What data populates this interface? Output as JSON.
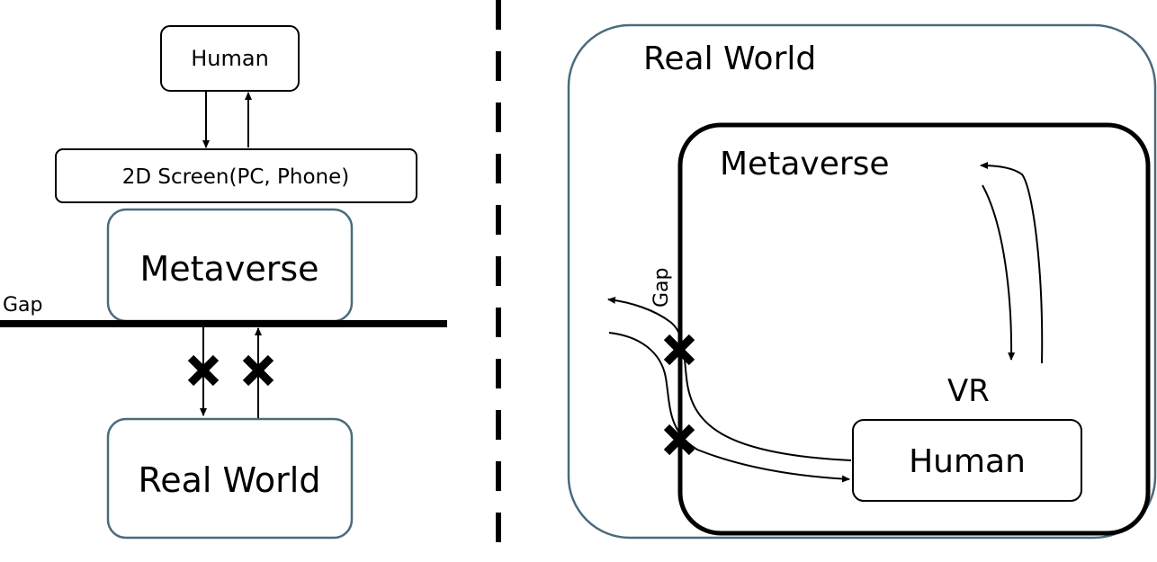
{
  "left": {
    "human_label": "Human",
    "screen_label": "2D Screen(PC, Phone)",
    "metaverse_label": "Metaverse",
    "gap_label": "Gap",
    "real_world_label": "Real World"
  },
  "right": {
    "real_world_label": "Real World",
    "metaverse_label": "Metaverse",
    "gap_label": "Gap",
    "vr_label": "VR",
    "human_label": "Human"
  },
  "colors": {
    "box_stroke": "#4a6b7c",
    "line": "#000000"
  }
}
